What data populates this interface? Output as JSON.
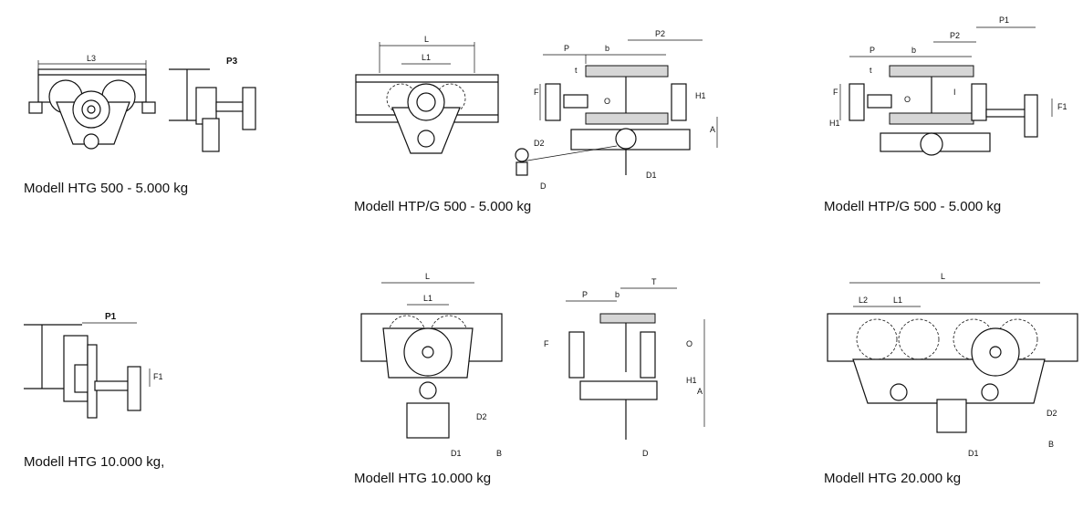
{
  "captions": {
    "p1": "Modell HTG 500 - 5.000 kg",
    "p2": "Modell HTP/G 500 - 5.000 kg",
    "p3": "Modell HTP/G 500 - 5.000 kg",
    "p4": "Modell HTG 10.000 kg,",
    "p5": "Modell HTG 10.000 kg",
    "p6": "Modell HTG 20.000 kg"
  },
  "labels": {
    "L": "L",
    "L1": "L1",
    "L2": "L2",
    "L3": "L3",
    "P": "P",
    "P1": "P1",
    "P2": "P2",
    "P3": "P3",
    "b": "b",
    "t": "t",
    "T": "T",
    "F": "F",
    "F1": "F1",
    "H1": "H1",
    "A": "A",
    "O": "O",
    "I": "I",
    "D": "D",
    "D1": "D1",
    "D2": "D2",
    "B": "B"
  }
}
